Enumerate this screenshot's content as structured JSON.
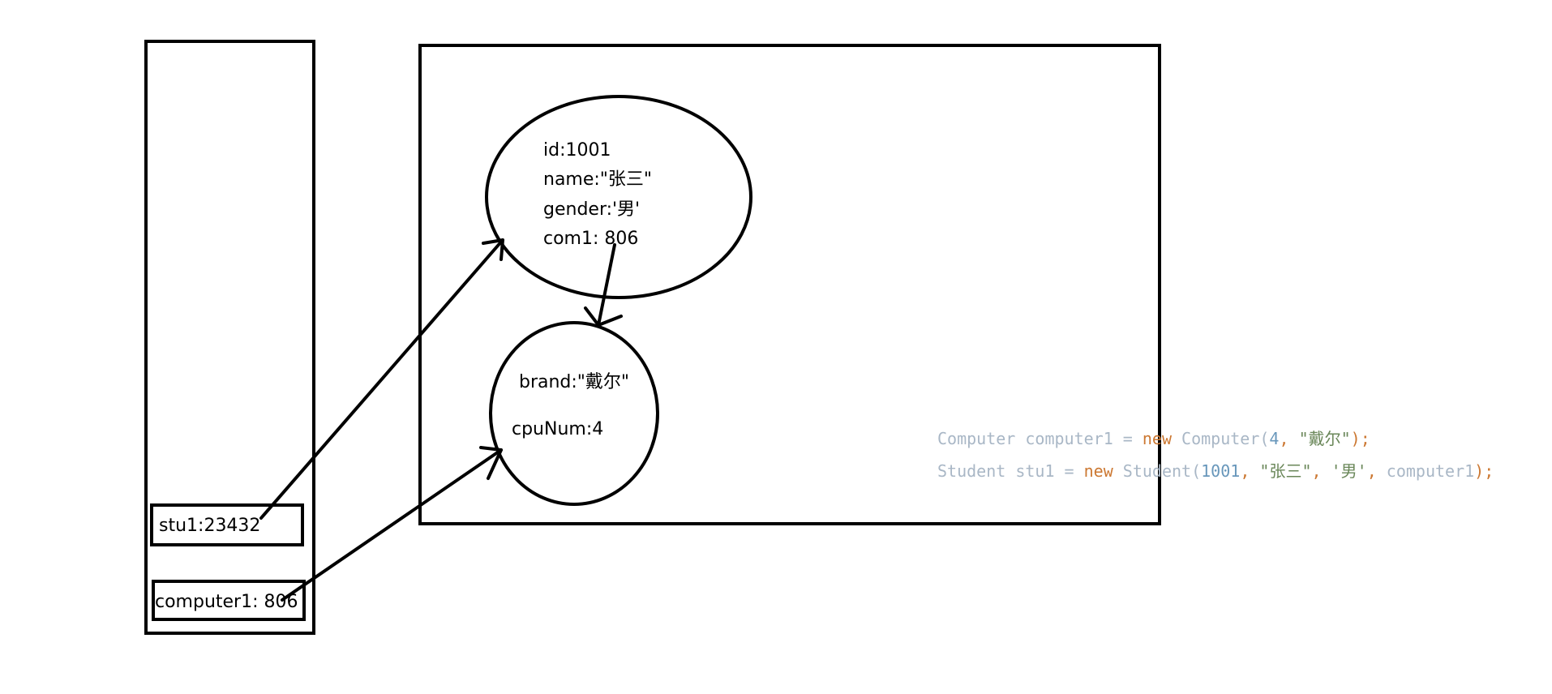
{
  "stack": {
    "variables": [
      {
        "label": "stu1:23432"
      },
      {
        "label": "computer1: 806"
      }
    ]
  },
  "heap": {
    "student_object": {
      "fields": [
        "id:1001",
        "name:\"张三\"",
        "gender:'男'",
        "com1: 806"
      ]
    },
    "computer_object": {
      "fields": [
        "brand:\"戴尔\"",
        "cpuNum:4"
      ]
    }
  },
  "code": {
    "line1": {
      "type_name": "Computer",
      "var_name": " computer1 ",
      "assign": "= ",
      "kw_new": "new",
      "ctor": " Computer(",
      "arg1": "4",
      "sep1": ", ",
      "arg2": "\"戴尔\"",
      "end": ");"
    },
    "line2": {
      "type_name": "Student",
      "var_name": " stu1 ",
      "assign": "= ",
      "kw_new": "new",
      "ctor": " Student(",
      "arg1": "1001",
      "sep1": ", ",
      "arg2": "\"张三\"",
      "sep2": ", ",
      "arg3": "'男'",
      "sep3": ", ",
      "arg4": "computer1",
      "end": ");"
    }
  },
  "colors": {
    "stroke": "#000000",
    "code_plain": "#a9b7c6",
    "code_keyword": "#cc7832",
    "code_number": "#6897bb",
    "code_string": "#6a8759"
  }
}
